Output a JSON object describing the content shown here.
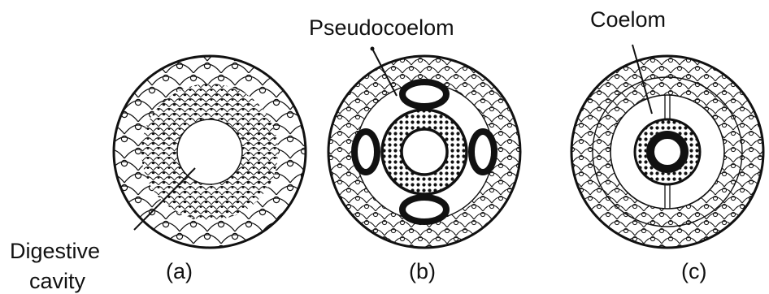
{
  "labels": {
    "pseudocoelom": "Pseudocoelom",
    "coelom": "Coelom",
    "digestive_line1": "Digestive",
    "digestive_line2": "cavity",
    "panel_a": "(a)",
    "panel_b": "(b)",
    "panel_c": "(c)"
  },
  "colors": {
    "ink": "#111111",
    "background": "#ffffff"
  }
}
